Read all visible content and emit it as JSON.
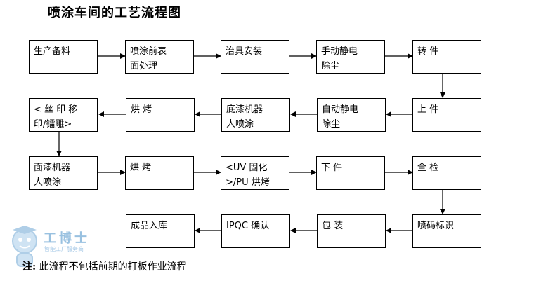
{
  "title": "喷涂车间的工艺流程图",
  "steps": {
    "s1": "生产备料",
    "s2": "喷涂前表\n面处理",
    "s3": "治具安装",
    "s4": "手动静电\n除尘",
    "s5": "转  件",
    "s6": "上  件",
    "s7": "自动静电\n除尘",
    "s8": "底漆机器\n人喷涂",
    "s9": "烘 烤",
    "s10": "< 丝 印 移\n印/镭雕>",
    "s11": "面漆机器\n人喷涂",
    "s12": "烘  烤",
    "s13": "<UV 固化\n>/PU 烘烤",
    "s14": "下  件",
    "s15": "全  检",
    "s16": "喷码标识",
    "s17": "包  装",
    "s18": "IPQC 确认",
    "s19": "成品入库"
  },
  "note": {
    "prefix": "注:",
    "text": "此流程不包括前期的打板作业流程"
  },
  "watermark": {
    "brand": "工博士",
    "subtitle": "智能工厂服务商"
  },
  "colors": {
    "box_border": "#000000",
    "watermark": "#6fa7d4"
  }
}
